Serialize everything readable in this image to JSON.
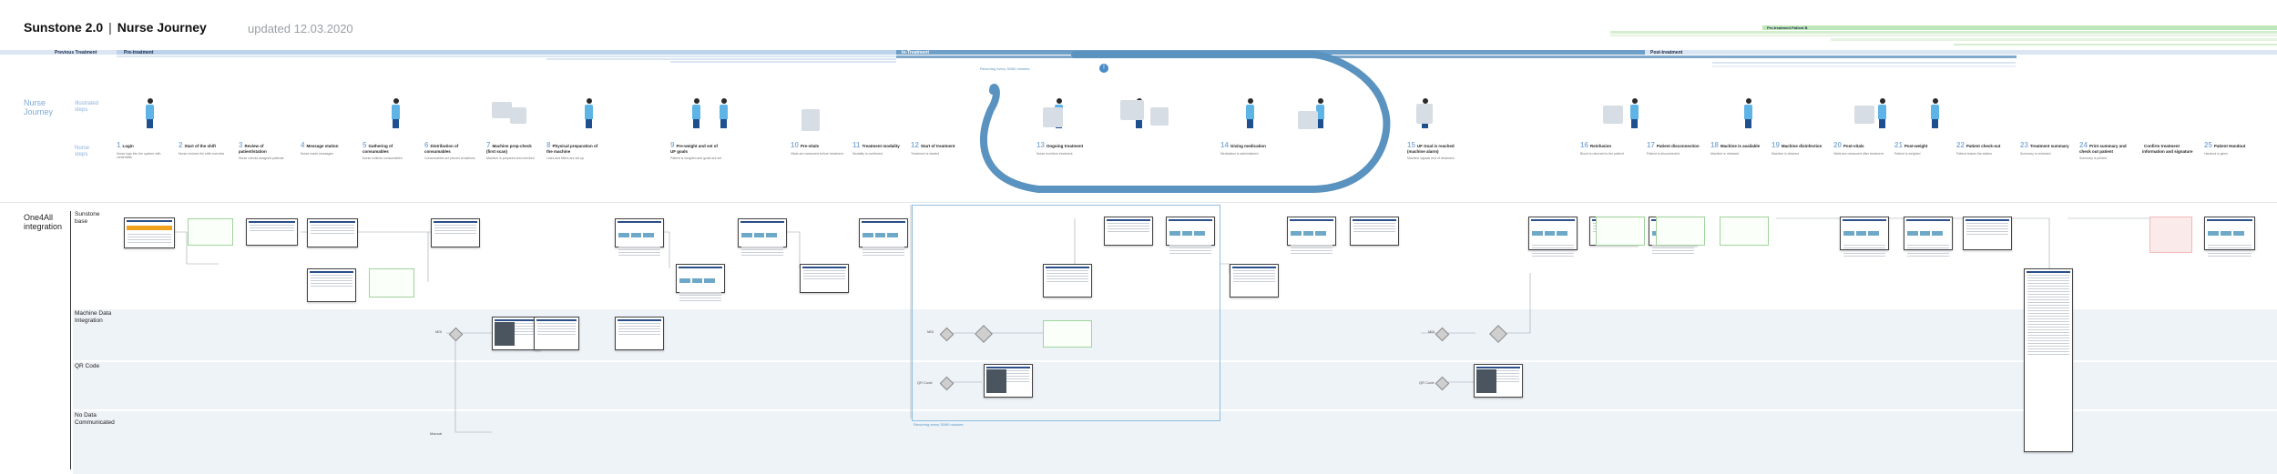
{
  "header": {
    "project": "Sunstone 2.0",
    "separator": "|",
    "journey": "Nurse Journey",
    "updated": "updated 12.03.2020"
  },
  "phases": {
    "previous_treatment": "Previous Treatment",
    "pre_treatment": "Pre-treatment",
    "in_treatment": "In-Treatment",
    "post_treatment": "Post-treatment",
    "patient_b_treatment": "Pre-treatment Patient B",
    "recurring": "Recurring every 30/60 minutes"
  },
  "nurse_journey": {
    "title_line1": "Nurse",
    "title_line2": "Journey",
    "row_illustrated_line1": "Illustrated",
    "row_illustrated_line2": "steps",
    "row_nurse_line1": "Nurse",
    "row_nurse_line2": "steps",
    "steps": [
      {
        "num": "1",
        "name": "Login",
        "desc": "Nurse logs into the system with credentials"
      },
      {
        "num": "2",
        "name": "Start of the shift",
        "desc": "Nurse reviews the shift overview"
      },
      {
        "num": "3",
        "name": "Review of patient/station",
        "desc": "Nurse checks assigned patients"
      },
      {
        "num": "4",
        "name": "Message station",
        "desc": "Nurse reads messages"
      },
      {
        "num": "5",
        "name": "Gathering of consumables",
        "desc": "Nurse collects consumables"
      },
      {
        "num": "6",
        "name": "Distribution of consumables",
        "desc": "Consumables are placed at stations"
      },
      {
        "num": "7",
        "name": "Machine prep-check (first scan)",
        "desc": "Machine is prepared and checked"
      },
      {
        "num": "8",
        "name": "Physical preparation of the machine",
        "desc": "Lines and filters are set up"
      },
      {
        "num": "9",
        "name": "Pre-weight and set of UF goals",
        "desc": "Patient is weighed and goals are set"
      },
      {
        "num": "10",
        "name": "Pre-vitals",
        "desc": "Vitals are measured before treatment"
      },
      {
        "num": "11",
        "name": "Treatment modality",
        "desc": "Modality is confirmed"
      },
      {
        "num": "12",
        "name": "Start of treatment",
        "desc": "Treatment is started"
      },
      {
        "num": "13",
        "name": "Ongoing treatment",
        "desc": "Nurse monitors treatment"
      },
      {
        "num": "14",
        "name": "Giving medication",
        "desc": "Medication is administered"
      },
      {
        "num": "15",
        "name": "UF Goal is reached (machine alarm)",
        "desc": "Machine signals end of treatment"
      },
      {
        "num": "16",
        "name": "Reinfusion",
        "desc": "Blood is returned to the patient"
      },
      {
        "num": "17",
        "name": "Patient disconnection",
        "desc": "Patient is disconnected"
      },
      {
        "num": "18",
        "name": "Machine is available",
        "desc": "Machine is released"
      },
      {
        "num": "19",
        "name": "Machine disinfection",
        "desc": "Machine is cleaned"
      },
      {
        "num": "20",
        "name": "Post-vitals",
        "desc": "Vitals are measured after treatment"
      },
      {
        "num": "21",
        "name": "Post-weight",
        "desc": "Patient is weighed"
      },
      {
        "num": "22",
        "name": "Patient check-out",
        "desc": "Patient leaves the station"
      },
      {
        "num": "23",
        "name": "Treatment summary",
        "desc": "Summary is reviewed"
      },
      {
        "num": "24",
        "name": "Print summary and check out patient",
        "desc": "Summary is printed"
      },
      {
        "num": "",
        "name": "Confirm treatment information and signature",
        "desc": ""
      },
      {
        "num": "25",
        "name": "Patient Handout",
        "desc": "Handout is given"
      }
    ]
  },
  "integration": {
    "title_line1": "One4All",
    "title_line2": "integration",
    "lanes": [
      {
        "line1": "Sunstone",
        "line2": "base"
      },
      {
        "line1": "Machine Data",
        "line2": "Integration"
      },
      {
        "line1": "QR Code",
        "line2": ""
      },
      {
        "line1": "No Data",
        "line2": "Communicated"
      }
    ],
    "decision_labels": [
      "MDI",
      "MDI",
      "MDI"
    ],
    "qr_labels": [
      "QR Code",
      "QR Code"
    ],
    "manual_label": "Manual"
  }
}
